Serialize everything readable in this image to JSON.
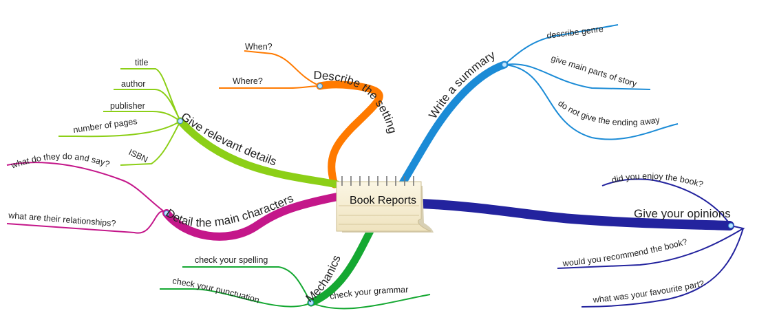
{
  "center": {
    "label": "Book Reports"
  },
  "colors": {
    "setting": "#ff7a00",
    "details": "#8ccf17",
    "characters": "#c4178a",
    "mechanics": "#15a832",
    "summary": "#1b8bd6",
    "opinions": "#23239e",
    "notepad": "#f6eed3",
    "notepad_line": "#d6c89c"
  },
  "branches": {
    "setting": {
      "label": "Describe the setting",
      "leaves": [
        "When?",
        "Where?"
      ]
    },
    "details": {
      "label": "Give relevant details",
      "leaves": [
        "title",
        "author",
        "publisher",
        "number of pages",
        "ISBN"
      ]
    },
    "characters": {
      "label": "Detail the main characters",
      "leaves": [
        "what do they do and say?",
        "what are their relationships?"
      ]
    },
    "mechanics": {
      "label": "Mechanics",
      "leaves": [
        "check your spelling",
        "check your punctuation",
        "check your grammar"
      ]
    },
    "summary": {
      "label": "Write a summary",
      "leaves": [
        "describe genre",
        "give main parts of story",
        "do not give the ending away"
      ]
    },
    "opinions": {
      "label": "Give your opinions",
      "leaves": [
        "did you enjoy the book?",
        "would you recommend the book?",
        "what was your favourite part?"
      ]
    }
  }
}
